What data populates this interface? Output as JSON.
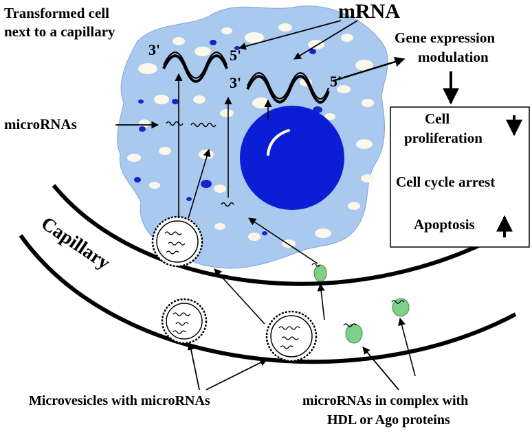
{
  "labels": {
    "cell_title_line1": "Transformed cell",
    "cell_title_line2": "next to a capillary",
    "mrna": "mRNA",
    "prime3_a": "3'",
    "prime5_a": "5'",
    "prime3_b": "3'",
    "prime5_b": "5'",
    "gene_line1": "Gene expression",
    "gene_line2": "modulation",
    "microrna": "microRNAs",
    "capillary": "Capillary",
    "effect_proliferation_line1": "Cell",
    "effect_proliferation_line2": "proliferation",
    "effect_cycle": "Cell cycle arrest",
    "effect_apoptosis": "Apoptosis",
    "bottom_left": "Microvesicles with microRNAs",
    "bottom_right_line1": "microRNAs in complex with",
    "bottom_right_line2": "HDL or Ago proteins"
  },
  "colors": {
    "cell_body": "#a9c9ee",
    "nucleus": "#0a1fd4",
    "granule": "#1426c8",
    "vacuole": "#fbf7ea",
    "complex": "#7fcf86",
    "line": "#000000"
  },
  "icons": {
    "proliferation_trend": "arrow-down",
    "apoptosis_trend": "arrow-up"
  }
}
